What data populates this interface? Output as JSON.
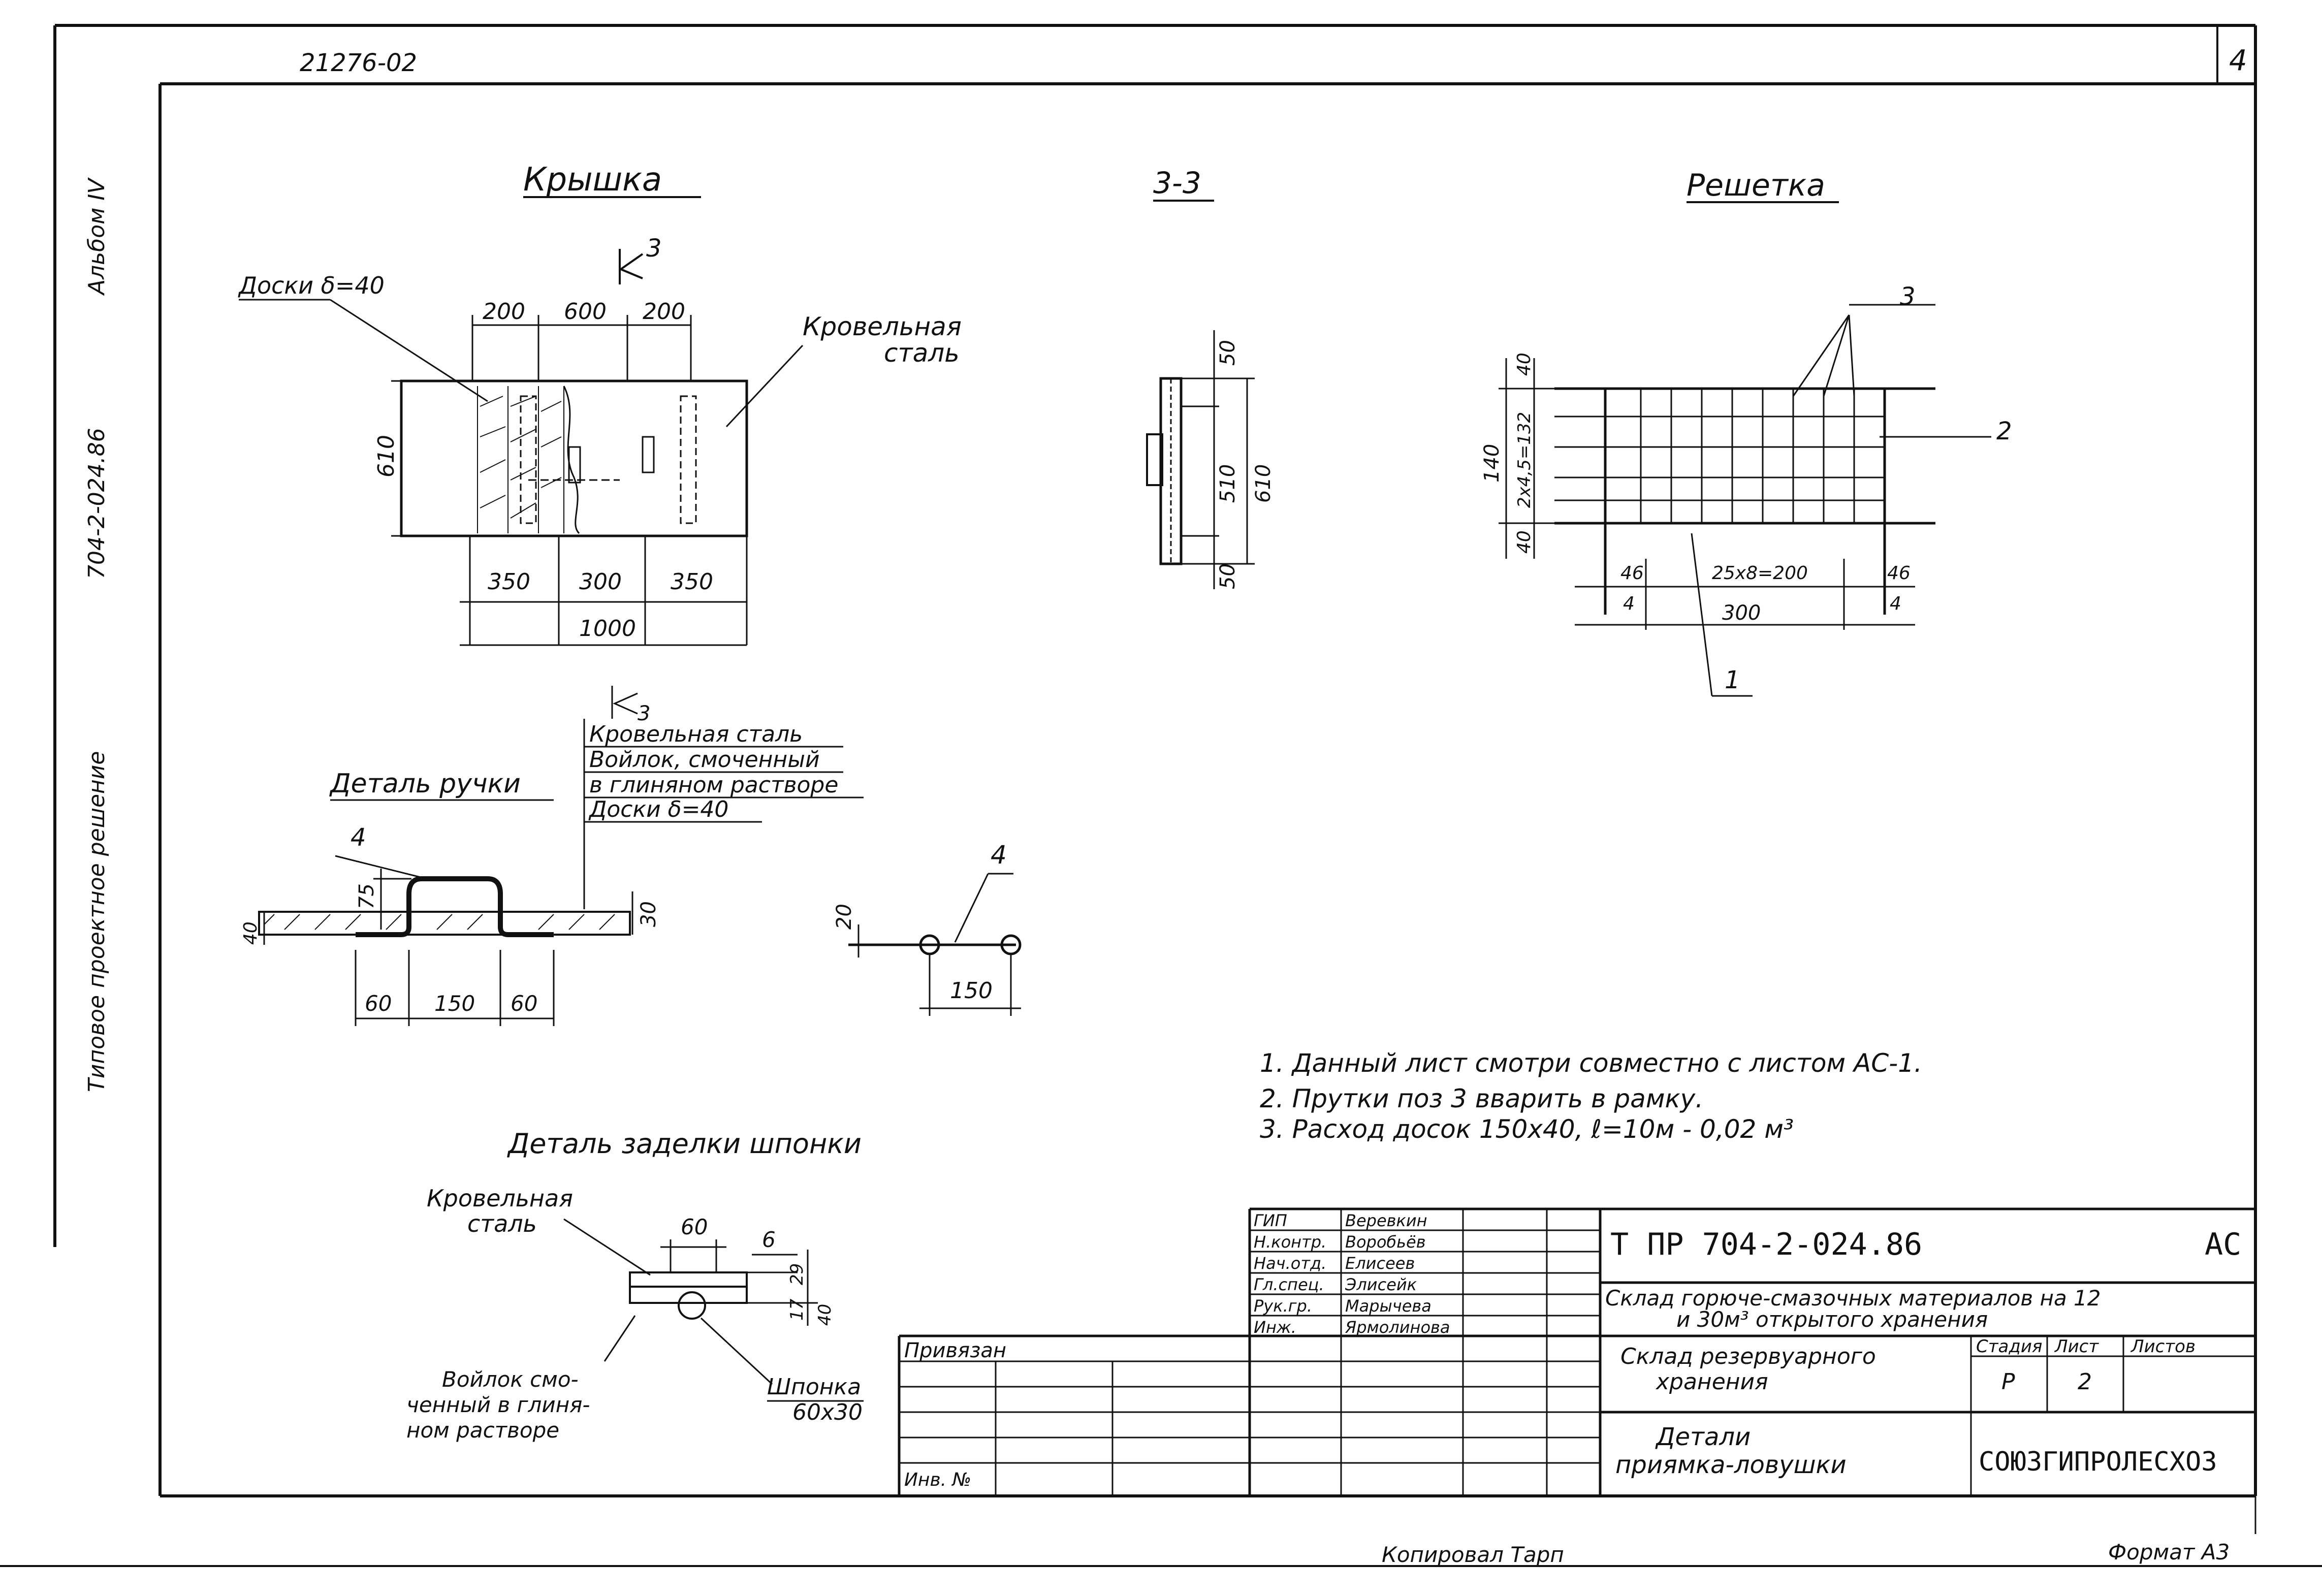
{
  "sheet": {
    "doc_code": "21276-02",
    "sheet_no": "4",
    "side_labels": {
      "album": "Альбом IV",
      "number": "704-2-024.86",
      "title": "Типовое проектное решение"
    },
    "footer_signature": "Копировал Тарп",
    "format": "Формат А3"
  },
  "views": {
    "kryshka": {
      "title": "Крышка",
      "section_mark": "3",
      "board_label": "Доски δ=40",
      "steel_label": "Кровельная сталь",
      "dims": {
        "top_left": "200",
        "top_mid": "600",
        "top_right": "200",
        "height": "610",
        "bot_left": "350",
        "bot_mid": "300",
        "bot_right": "350",
        "total": "1000"
      }
    },
    "section33": {
      "title": "3-3",
      "dims": {
        "top": "50",
        "mid": "510",
        "total": "610",
        "bot": "50"
      }
    },
    "reshetka": {
      "title": "Решетка",
      "callouts": [
        "3",
        "2",
        "1"
      ],
      "dims": {
        "left_top": "40",
        "left_total": "140",
        "left_mid": "2x4,5=132",
        "left_bot": "40",
        "b1": "46",
        "b2": "25x8=200",
        "b3": "46",
        "b4": "4",
        "b5": "300",
        "b6": "4"
      }
    },
    "layers": [
      "Кровельная сталь",
      "Войлок, смоченный",
      "в глиняном растворе",
      "Доски δ=40"
    ],
    "handle": {
      "title": "Деталь ручки",
      "callout": "4",
      "dims": {
        "h": "75",
        "left_h": "40",
        "right_h": "30",
        "b1": "60",
        "b2": "150",
        "b3": "60"
      }
    },
    "rod": {
      "callout": "4",
      "h": "20",
      "w": "150"
    },
    "key_detail": {
      "title": "Деталь заделки шпонки",
      "steel": [
        "Кровельная",
        "сталь"
      ],
      "felt": [
        "Войлок смо-",
        "ченный в глиня-",
        "ном растворе"
      ],
      "key": [
        "Шпонка",
        "60x30"
      ],
      "dims": {
        "top": "60",
        "w": "6",
        "h1": "29",
        "h2": "17",
        "h3": "40"
      }
    }
  },
  "notes": [
    "1. Данный лист смотри совместно с листом АС-1.",
    "2. Прутки поз 3 вварить в рамку.",
    "3. Расход досок 150x40, ℓ=10м - 0,02 м³"
  ],
  "title_block": {
    "roles": [
      {
        "role": "ГИП",
        "name": "Веревкин"
      },
      {
        "role": "Н.контр.",
        "name": "Воробьёв"
      },
      {
        "role": "Нач.отд.",
        "name": "Елисеев"
      },
      {
        "role": "Гл.спец.",
        "name": "Элисейк"
      },
      {
        "role": "Рук.гр.",
        "name": "Марычева"
      },
      {
        "role": "Инж.",
        "name": "Ярмолинова"
      }
    ],
    "privyazan": "Привязан",
    "inv": "Инв. №",
    "code": "Т ПР 704-2-024.86",
    "mark": "АС",
    "project": [
      "Склад горюче-смазочных материалов на 12",
      "и 30м³ открытого хранения"
    ],
    "object": [
      "Склад резервуарного",
      "хранения"
    ],
    "stage_h": "Стадия",
    "sheet_h": "Лист",
    "sheets_h": "Листов",
    "stage": "Р",
    "sheet": "2",
    "sheets": "",
    "drawing": [
      "Детали",
      "приямка-ловушки"
    ],
    "org": "СОЮЗГИПРОЛЕСХОЗ"
  }
}
